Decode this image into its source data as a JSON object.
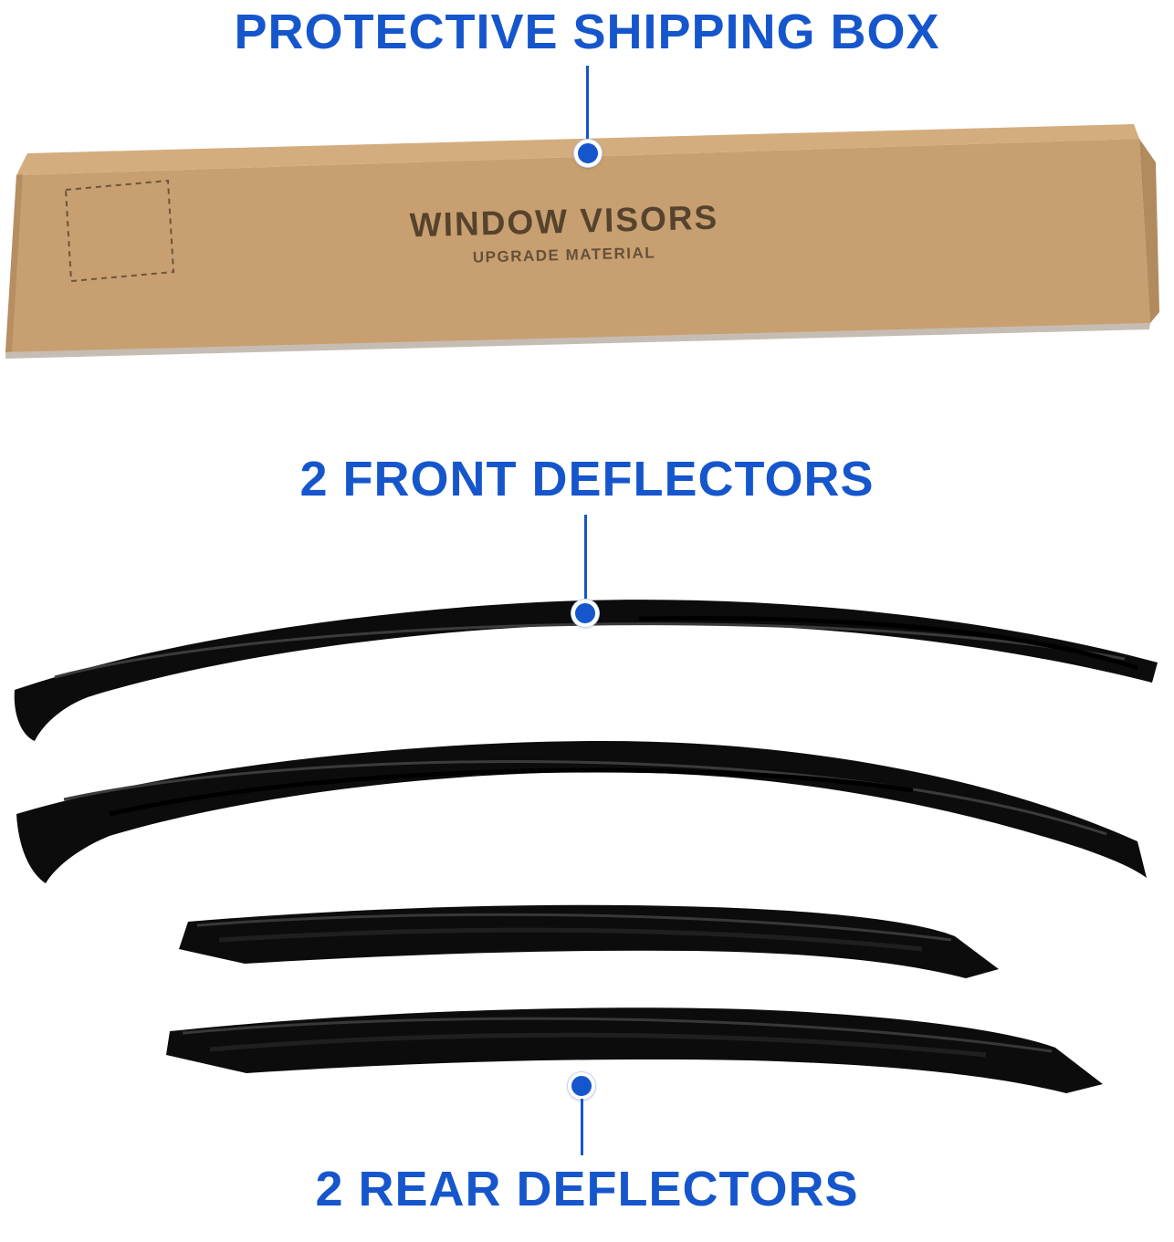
{
  "meta": {
    "description": "Product infographic of window visor deflectors with protective shipping box"
  },
  "colors": {
    "accent_blue": "#1656cc",
    "cardboard_front": "#c89f70",
    "cardboard_top": "#d4ad7e",
    "cardboard_side": "#b18a5e",
    "visor_black": "#0c0c0c",
    "box_text": "#55432e",
    "background": "#ffffff"
  },
  "callouts": {
    "shipping_box": {
      "label": "PROTECTIVE SHIPPING BOX"
    },
    "front_deflectors": {
      "label": "2 FRONT DEFLECTORS"
    },
    "rear_deflectors": {
      "label": "2 REAR DEFLECTORS"
    }
  },
  "box": {
    "title": "WINDOW VISORS",
    "subtitle": "UPGRADE MATERIAL"
  }
}
